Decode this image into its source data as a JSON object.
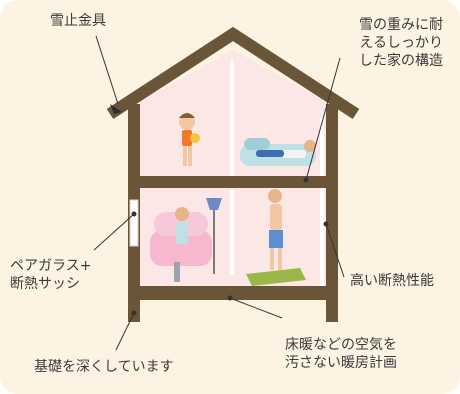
{
  "labels": {
    "snow_bracket": "雪止金具",
    "structure": "雪の重みに耐\nえるしっかり\nした家の構造",
    "glass": "ペアガラス+\n断熱サッシ",
    "insulation": "高い断熱性能",
    "foundation": "基礎を深くしています",
    "floor_heating": "床暖などの空気を\n汚さない暖房計画"
  },
  "colors": {
    "background": "#fcf3e2",
    "frame": "#6b5538",
    "interior": "#fbe8e6",
    "leader": "#333333",
    "sofa": "#f7b7cf",
    "couch": "#bfe0e6",
    "rug": "#9ab84a",
    "lamp": "#6f88c6"
  }
}
